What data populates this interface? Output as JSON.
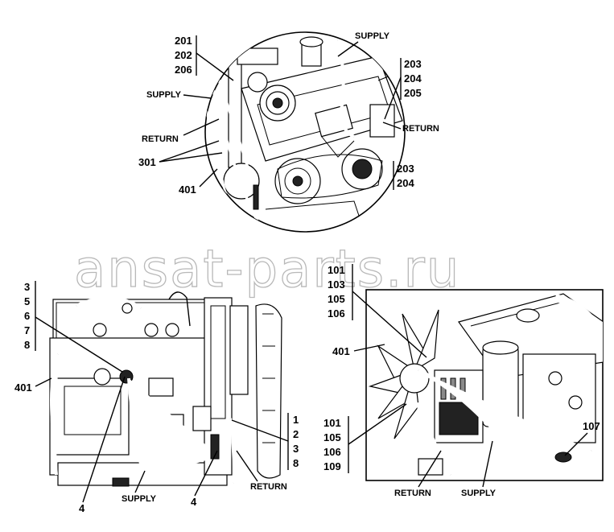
{
  "watermark": "ansat-parts.ru",
  "top_view": {
    "labels": {
      "n201": "201",
      "n202": "202",
      "n206": "206",
      "n203a": "203",
      "n204a": "204",
      "n205": "205",
      "n203b": "203",
      "n204b": "204",
      "n301": "301",
      "n401": "401",
      "supply_top": "SUPPLY",
      "supply_left": "SUPPLY",
      "return_left": "RETURN",
      "return_right": "RETURN"
    }
  },
  "left_view": {
    "labels": {
      "n3a": "3",
      "n5": "5",
      "n6": "6",
      "n7": "7",
      "n8a": "8",
      "n401": "401",
      "n1": "1",
      "n2": "2",
      "n3b": "3",
      "n8b": "8",
      "n4a": "4",
      "n4b": "4",
      "supply": "SUPPLY",
      "return": "RETURN"
    }
  },
  "right_view": {
    "labels": {
      "n101a": "101",
      "n103": "103",
      "n105a": "105",
      "n106a": "106",
      "n401": "401",
      "n101b": "101",
      "n105b": "105",
      "n106b": "106",
      "n109": "109",
      "n107": "107",
      "return": "RETURN",
      "supply": "SUPPLY"
    }
  }
}
